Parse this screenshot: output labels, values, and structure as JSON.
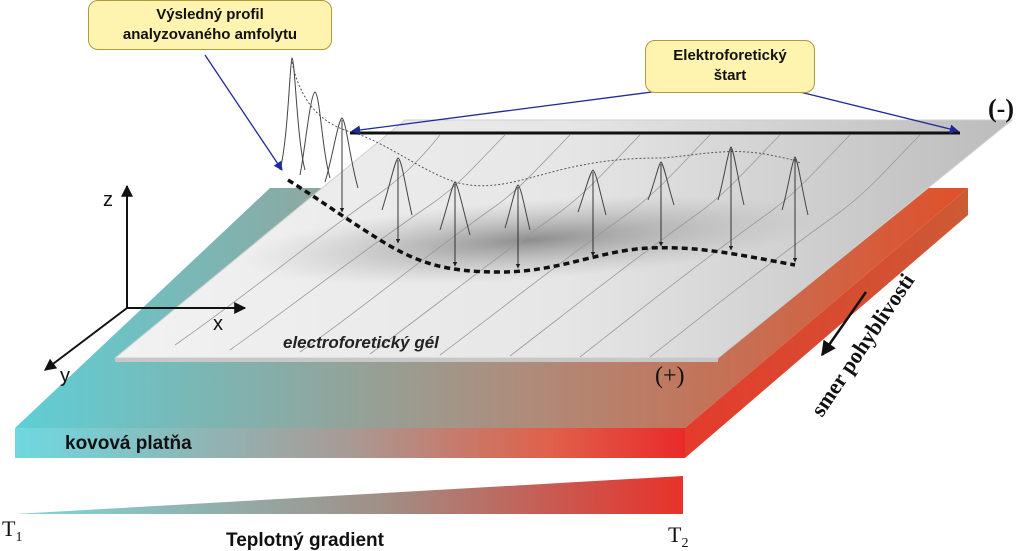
{
  "callouts": {
    "profile_line1": "Výsledný profil",
    "profile_line2": "analyzovaného amfolytu",
    "start_line1": "Elektroforetický",
    "start_line2": "štart"
  },
  "labels": {
    "minus": "(-)",
    "plus": "(+)",
    "gel": "electroforetický gél",
    "plate": "kovová platňa",
    "mobility": "smer pohyblivosti",
    "gradient": "Teplotný gradient",
    "t1_base": "T",
    "t1_sub": "1",
    "t2_base": "T",
    "t2_sub": "2"
  },
  "axes": {
    "x": "x",
    "y": "y",
    "z": "z"
  },
  "colors": {
    "cold": "#5ecfd6",
    "hot": "#e8262a",
    "gel": "#d9d9d9",
    "callout_bg": "#fff3b0",
    "arrow": "#1f2a9a"
  }
}
